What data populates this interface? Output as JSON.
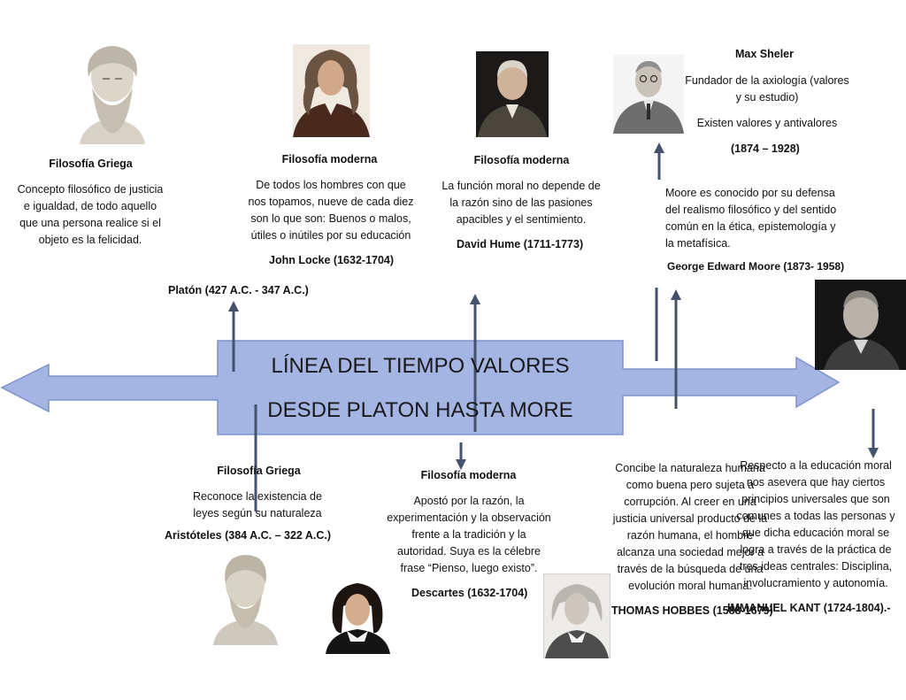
{
  "title": {
    "line1": "LÍNEA DEL TIEMPO VALORES",
    "line2": "DESDE PLATON HASTA MORE"
  },
  "colors": {
    "arrow_fill": "#a4b4e3",
    "arrow_stroke": "#7d92cf",
    "connector": "#44526e"
  },
  "entries": {
    "platon": {
      "header": "Filosofía Griega",
      "text": [
        "Concepto filosófico de justicia",
        "e igualdad, de todo aquello",
        "que una persona realice si el",
        "objeto es la felicidad."
      ],
      "name": "Platón (427 A.C. - 347 A.C.)"
    },
    "locke": {
      "header": "Filosofía moderna",
      "text": [
        "De todos los hombres con que",
        "nos topamos, nueve de cada diez",
        "son lo que son: Buenos o malos,",
        "útiles o inútiles por su educación"
      ],
      "name": "John Locke (1632-1704)"
    },
    "hume": {
      "header": "Filosofía moderna",
      "text": [
        "La función moral no depende de",
        "la razón sino de las pasiones",
        "apacibles y el sentimiento."
      ],
      "name": "David Hume (1711-1773)"
    },
    "sheler": {
      "name": "Max Sheler",
      "text1": [
        "Fundador de la axiología (valores",
        "y su estudio)"
      ],
      "text2": "Existen valores y antivalores",
      "dates": "(1874 – 1928)"
    },
    "moore": {
      "text": [
        "Moore es conocido por su defensa",
        "del realismo filosófico y del sentido",
        "común en la ética, epistemología y",
        "la metafísica."
      ],
      "name": "George Edward Moore (1873- 1958)"
    },
    "aristoteles": {
      "header": "Filosofía Griega",
      "text": [
        "Reconoce la existencia de",
        "leyes según su naturaleza"
      ],
      "name": "Aristóteles (384 A.C. – 322 A.C.)"
    },
    "descartes": {
      "header": "Filosofía moderna",
      "text": [
        "Apostó por la razón, la",
        "experimentación y la observación",
        "frente a la tradición y la",
        "autoridad. Suya es la célebre",
        "frase “Pienso, luego existo”."
      ],
      "name": "Descartes (1632-1704)"
    },
    "hobbes": {
      "text": [
        "Concibe la naturaleza humana",
        "como buena pero sujeta a",
        "corrupción. Al creer en una",
        "justicia universal producto de la",
        "razón humana, el hombre",
        "alcanza una sociedad mejor a",
        "través de la búsqueda de una",
        "evolución moral humana."
      ],
      "name": "THOMAS HOBBES (1588-1679)"
    },
    "kant": {
      "text": [
        "Respecto a la educación moral",
        "nos asevera que hay ciertos",
        "principios universales que son",
        "comunes a todas las personas y",
        "que dicha educación moral se",
        "logra a través de la práctica de",
        "tres ideas centrales: Disciplina,",
        "involucramiento y autonomía."
      ],
      "name": "IMMANUEL KANT (1724-1804).-"
    }
  }
}
